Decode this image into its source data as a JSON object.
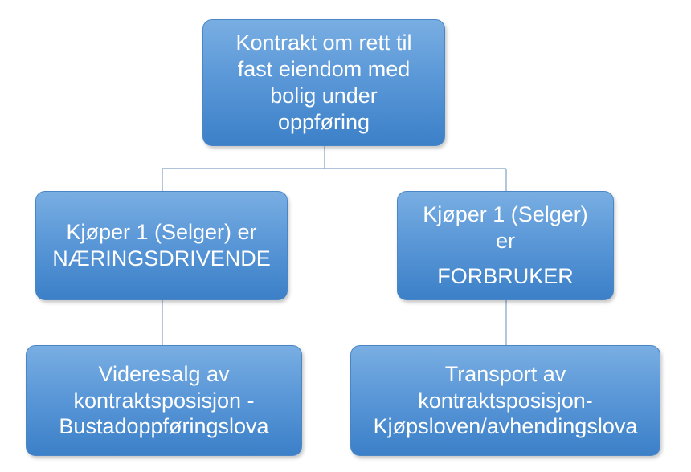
{
  "diagram": {
    "root": {
      "lines": [
        "Kontrakt om rett til",
        "fast eiendom med",
        "bolig under",
        "oppføring"
      ]
    },
    "left_branch": {
      "lines": [
        "Kjøper 1 (Selger) er",
        "NÆRINGSDRIVENDE"
      ]
    },
    "right_branch": {
      "lines": [
        "Kjøper 1 (Selger)",
        "er",
        "FORBRUKER"
      ]
    },
    "left_leaf": {
      "lines": [
        "Videresalg av",
        "kontraktsposisjon -",
        "Bustadoppføringslova"
      ]
    },
    "right_leaf": {
      "lines": [
        "Transport av",
        "kontraktsposisjon-",
        "Kjøpsloven/avhendingslova"
      ]
    }
  },
  "colors": {
    "node_top": "#79aee2",
    "node_bottom": "#3c80c8",
    "connector": "#7f9fc4",
    "text": "#ffffff"
  }
}
